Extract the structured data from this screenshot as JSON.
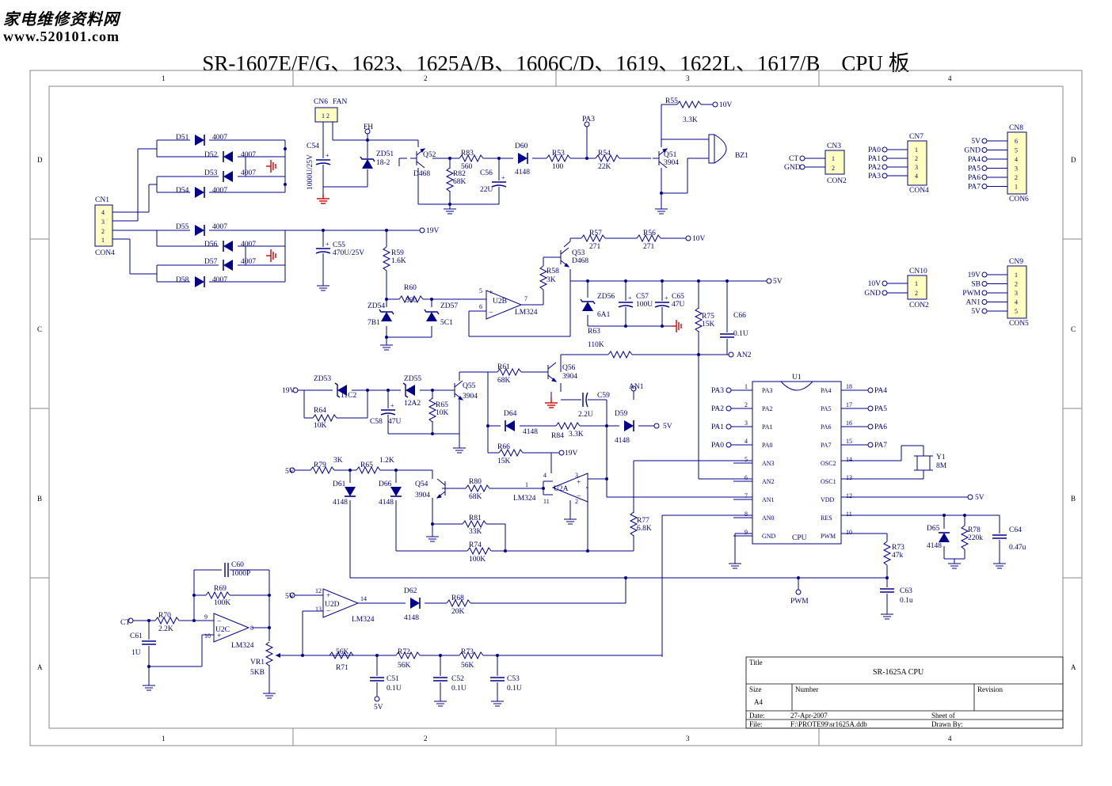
{
  "header": {
    "site_name": "家电维修资料网",
    "site_url": "www.520101.com",
    "title": "SR-1607E/F/G、1623、1625A/B、1606C/D、1619、1622L、1617/B　CPU 板"
  },
  "frame": {
    "columns": [
      "1",
      "2",
      "3",
      "4"
    ],
    "rows": [
      "D",
      "C",
      "B",
      "A"
    ]
  },
  "title_block": {
    "title_label": "Title",
    "title_value": "SR-1625A CPU",
    "size_label": "Size",
    "size_value": "A4",
    "number_label": "Number",
    "revision_label": "Revision",
    "date_label": "Date:",
    "date_value": "27-Apr-2007",
    "file_label": "File:",
    "file_value": "F:\\PROTE99\\sr1625A.ddb",
    "sheet_label": "Sheet    of",
    "drawn_label": "Drawn By:"
  },
  "colors": {
    "wire": "#00008b",
    "component": "#00008b",
    "ground_red": "#cc0000",
    "connector_fill": "#ffffc0",
    "frame": "#888888"
  },
  "parts": {
    "cn1": {
      "ref": "CN1",
      "type": "CON4",
      "pins": [
        "4",
        "3",
        "2",
        "1"
      ]
    },
    "cn3": {
      "ref": "CN3",
      "type": "CON2",
      "nets": [
        "CT",
        "GND"
      ],
      "pins": [
        "1",
        "2"
      ]
    },
    "cn6": {
      "ref": "CN6",
      "label": "FAN",
      "pins": "1 2"
    },
    "cn7": {
      "ref": "CN7",
      "type": "CON4",
      "nets": [
        "PA0",
        "PA1",
        "PA2",
        "PA3"
      ],
      "pins": [
        "1",
        "2",
        "3",
        "4"
      ]
    },
    "cn8": {
      "ref": "CN8",
      "type": "CON6",
      "nets": [
        "5V",
        "GND",
        "PA4",
        "PA5",
        "PA6",
        "PA7"
      ],
      "pins": [
        "6",
        "5",
        "4",
        "3",
        "2",
        "1"
      ]
    },
    "cn10": {
      "ref": "CN10",
      "type": "CON2",
      "nets": [
        "10V",
        "GND"
      ],
      "pins": [
        "1",
        "2"
      ]
    },
    "cn9": {
      "ref": "CN9",
      "type": "CON5",
      "nets": [
        "19V",
        "SB",
        "PWM",
        "AN1",
        "5V"
      ],
      "pins": [
        "1",
        "2",
        "3",
        "4",
        "5"
      ]
    },
    "diodes_bridge": [
      {
        "ref": "D51",
        "value": "4007"
      },
      {
        "ref": "D52",
        "value": "4007"
      },
      {
        "ref": "D53",
        "value": "4007"
      },
      {
        "ref": "D54",
        "value": "4007"
      },
      {
        "ref": "D55",
        "value": "4007"
      },
      {
        "ref": "D56",
        "value": "4007"
      },
      {
        "ref": "D57",
        "value": "4007"
      },
      {
        "ref": "D58",
        "value": "4007"
      }
    ],
    "c54": {
      "ref": "C54",
      "value": "1000U/25V"
    },
    "c55": {
      "ref": "C55",
      "value": "470U/25V"
    },
    "fh": {
      "ref": "FH"
    },
    "zd51": {
      "ref": "ZD51",
      "value": "18-2"
    },
    "q52": {
      "ref": "Q52",
      "value": "D468"
    },
    "r83": {
      "ref": "R83",
      "value": "560"
    },
    "r82": {
      "ref": "R82",
      "value": "68K"
    },
    "c56": {
      "ref": "C56",
      "value": "22U"
    },
    "d60": {
      "ref": "D60",
      "value": "4148"
    },
    "pa3_test": {
      "label": "PA3"
    },
    "r53": {
      "ref": "R53",
      "value": "100"
    },
    "r54": {
      "ref": "R54",
      "value": "22K"
    },
    "r55": {
      "ref": "R55",
      "value": "3.3K"
    },
    "q51": {
      "ref": "Q51",
      "value": "3904"
    },
    "bz1": {
      "ref": "BZ1"
    },
    "rail_10v": "10V",
    "rail_19v": "19V",
    "rail_5v": "5V",
    "r59": {
      "ref": "R59",
      "value": "1.6K"
    },
    "r60": {
      "ref": "R60",
      "value": "360"
    },
    "zd54": {
      "ref": "ZD54",
      "value": "7B1"
    },
    "zd57": {
      "ref": "ZD57",
      "value": "5C1"
    },
    "u2b": {
      "ref": "U2B",
      "value": "LM324",
      "pins": [
        "5",
        "6",
        "7"
      ]
    },
    "r58": {
      "ref": "R58",
      "value": "3K"
    },
    "q53": {
      "ref": "Q53",
      "value": "D468"
    },
    "r57": {
      "ref": "R57",
      "value": "271"
    },
    "r56": {
      "ref": "R56",
      "value": "271"
    },
    "zd56": {
      "ref": "ZD56",
      "value": "6A1"
    },
    "c57": {
      "ref": "C57",
      "value": "100U"
    },
    "c65": {
      "ref": "C65",
      "value": "47U"
    },
    "r63": {
      "ref": "R63",
      "value": "110K"
    },
    "r75": {
      "ref": "R75",
      "value": "15K"
    },
    "c66": {
      "ref": "C66",
      "value": "0.1U"
    },
    "an2": "AN2",
    "zd53": {
      "ref": "ZD53",
      "value": "11C2"
    },
    "zd55": {
      "ref": "ZD55",
      "value": "12A2"
    },
    "q55": {
      "ref": "Q55",
      "value": "3904"
    },
    "r64": {
      "ref": "R64",
      "value": "10K"
    },
    "c58": {
      "ref": "C58",
      "value": "47U"
    },
    "r65": {
      "ref": "R65",
      "value": "10K"
    },
    "r61": {
      "ref": "R61",
      "value": "68K"
    },
    "q56": {
      "ref": "Q56",
      "value": "3904"
    },
    "an1": "AN1",
    "c59": {
      "ref": "C59",
      "value": "2.2U"
    },
    "d64": {
      "ref": "D64",
      "value": "4148"
    },
    "r84": {
      "ref": "R84",
      "value": "3.3K"
    },
    "d59": {
      "ref": "D59",
      "value": "4148"
    },
    "r66": {
      "ref": "R66",
      "value": "15K"
    },
    "r79": {
      "ref": "R79",
      "value": "3K"
    },
    "r65b": {
      "ref": "R65",
      "value": "1.2K"
    },
    "d61": {
      "ref": "D61",
      "value": "4148"
    },
    "d66": {
      "ref": "D66",
      "value": "4148"
    },
    "q54": {
      "ref": "Q54",
      "value": "3904"
    },
    "r80": {
      "ref": "R80",
      "value": "68K"
    },
    "u2a": {
      "ref": "U2A",
      "value": "LM324",
      "pins": [
        "1",
        "2",
        "3",
        "4",
        "11"
      ]
    },
    "r81": {
      "ref": "R81",
      "value": "33K"
    },
    "r74": {
      "ref": "R74",
      "value": "100K"
    },
    "r77": {
      "ref": "R77",
      "value": "6.8K"
    },
    "u1": {
      "ref": "U1",
      "label": "CPU",
      "left_pins": [
        {
          "n": "1",
          "name": "PA3",
          "net": "PA3"
        },
        {
          "n": "2",
          "name": "PA2",
          "net": "PA2"
        },
        {
          "n": "3",
          "name": "PA1",
          "net": "PA1"
        },
        {
          "n": "4",
          "name": "PA0",
          "net": "PA0"
        },
        {
          "n": "5",
          "name": "AN3",
          "net": ""
        },
        {
          "n": "6",
          "name": "AN2",
          "net": ""
        },
        {
          "n": "7",
          "name": "AN1",
          "net": ""
        },
        {
          "n": "8",
          "name": "AN0",
          "net": ""
        },
        {
          "n": "9",
          "name": "GND",
          "net": ""
        }
      ],
      "right_pins": [
        {
          "n": "18",
          "name": "PA4",
          "net": "PA4"
        },
        {
          "n": "17",
          "name": "PA5",
          "net": "PA5"
        },
        {
          "n": "16",
          "name": "PA6",
          "net": "PA6"
        },
        {
          "n": "15",
          "name": "PA7",
          "net": "PA7"
        },
        {
          "n": "14",
          "name": "OSC2",
          "net": ""
        },
        {
          "n": "13",
          "name": "OSC1",
          "net": ""
        },
        {
          "n": "12",
          "name": "VDD",
          "net": "5V"
        },
        {
          "n": "11",
          "name": "RES",
          "net": ""
        },
        {
          "n": "10",
          "name": "PWM",
          "net": ""
        }
      ]
    },
    "y1": {
      "ref": "Y1",
      "value": "8M"
    },
    "d65": {
      "ref": "D65",
      "value": "4148"
    },
    "r78": {
      "ref": "R78",
      "value": "220k"
    },
    "c64": {
      "ref": "C64",
      "value": "0.47u"
    },
    "r73a": {
      "ref": "R73",
      "value": "47k"
    },
    "c63": {
      "ref": "C63",
      "value": "0.1u"
    },
    "pwm_test": "PWM",
    "c60": {
      "ref": "C60",
      "value": "1000P"
    },
    "r69": {
      "ref": "R69",
      "value": "100K"
    },
    "ct": "CT",
    "r70": {
      "ref": "R70",
      "value": "2.2K"
    },
    "c61": {
      "ref": "C61",
      "value": "1U"
    },
    "u2c": {
      "ref": "U2C",
      "value": "LM324",
      "pins": [
        "9",
        "10",
        "8"
      ]
    },
    "vr1": {
      "ref": "VR1",
      "value": "5KB"
    },
    "u2d": {
      "ref": "U2D",
      "value": "LM324",
      "pins": [
        "12",
        "13",
        "14"
      ]
    },
    "d62": {
      "ref": "D62",
      "value": "4148"
    },
    "r68": {
      "ref": "R68",
      "value": "20K"
    },
    "r71": {
      "ref": "R71",
      "value": "56K"
    },
    "r72": {
      "ref": "R72",
      "value": "56K"
    },
    "r73b": {
      "ref": "R73",
      "value": "56K"
    },
    "c51": {
      "ref": "C51",
      "value": "0.1U"
    },
    "c52": {
      "ref": "C52",
      "value": "0.1U"
    },
    "c53": {
      "ref": "C53",
      "value": "0.1U"
    },
    "net_5v_bottom": "5V"
  }
}
